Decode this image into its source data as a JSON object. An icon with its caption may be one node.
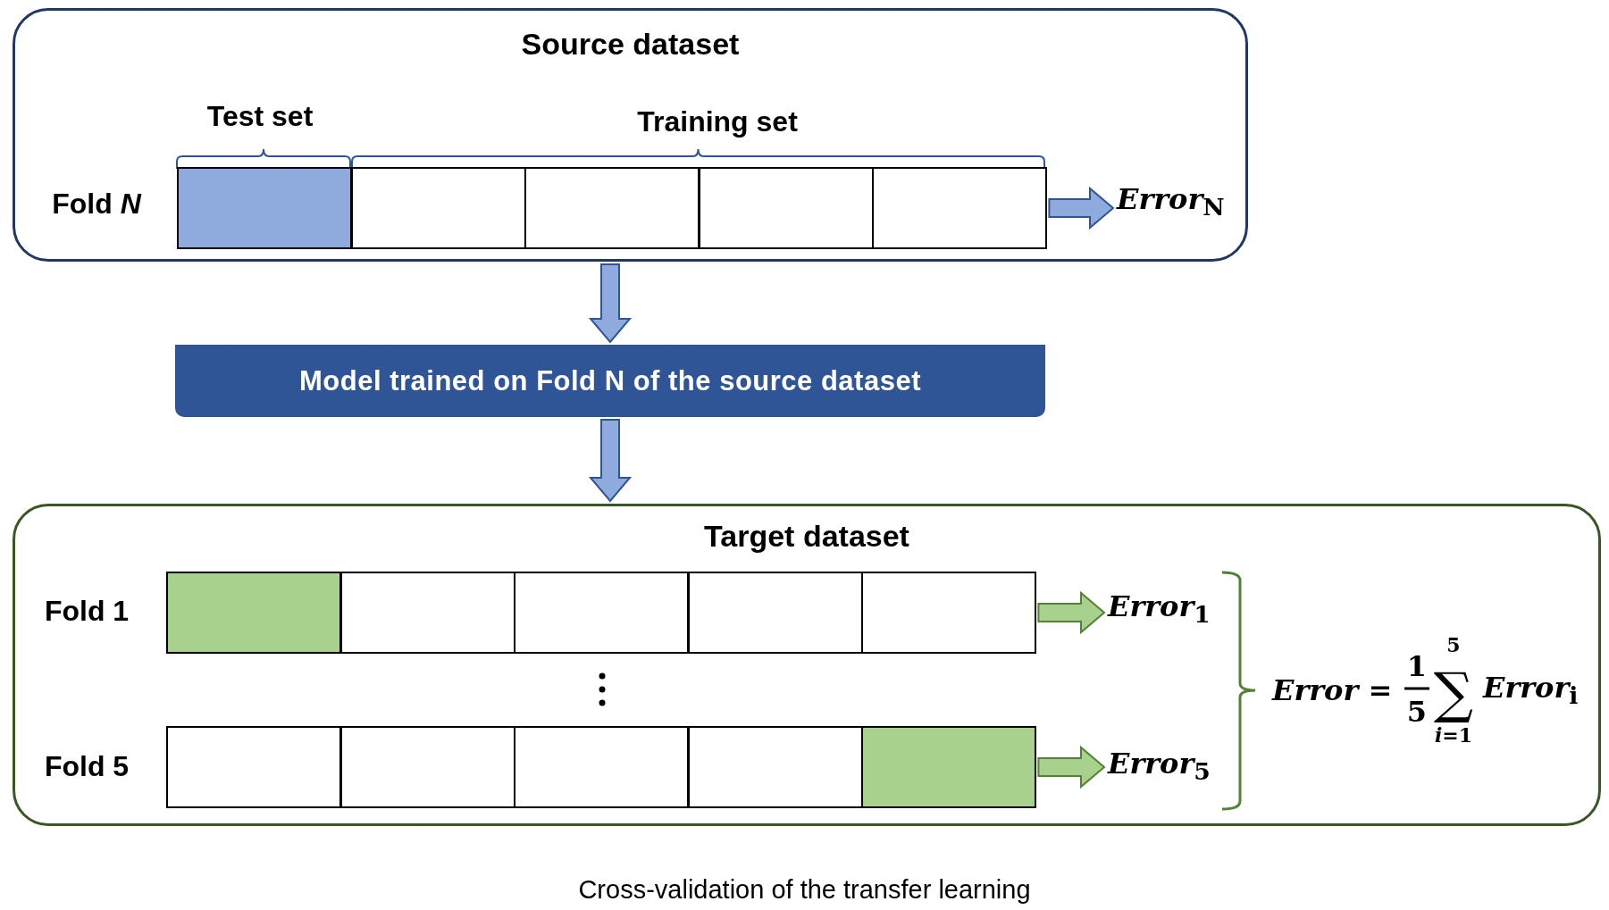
{
  "diagram": {
    "caption": "Cross-validation of the transfer learning",
    "nodes": [
      {
        "text": [
          "Source dataset"
        ]
      },
      {
        "text": [],
        "shape": "box",
        "in": 0
      },
      {
        "text": [],
        "shape": "box",
        "in": 0
      },
      {
        "text": [],
        "shape": "box",
        "in": 0
      },
      {
        "text": [],
        "shape": "box",
        "in": 0
      },
      {
        "text": [],
        "shape": "box",
        "in": 0
      },
      {
        "text": [
          "*Error*$_{N}$"
        ],
        "in": 0
      },
      {
        "text": [
          "Model trained on Fold N of the source dataset"
        ]
      },
      {
        "text": [
          "Target dataset"
        ]
      },
      {
        "text": [],
        "shape": "box",
        "in": 8
      },
      {
        "text": [],
        "shape": "box",
        "in": 8
      },
      {
        "text": [],
        "shape": "box",
        "in": 8
      },
      {
        "text": [],
        "shape": "box",
        "in": 8
      },
      {
        "text": [],
        "shape": "box",
        "in": 8
      },
      {
        "text": [
          "*Error*$_{1}$"
        ],
        "in": 8
      },
      {
        "text": [],
        "shape": "box",
        "in": 8
      },
      {
        "text": [],
        "shape": "box",
        "in": 8
      },
      {
        "text": [],
        "shape": "box",
        "in": 8
      },
      {
        "text": [],
        "shape": "box",
        "in": 8
      },
      {
        "text": [],
        "shape": "box",
        "in": 8
      },
      {
        "text": [
          "*Error*$_{5}$"
        ],
        "in": 8
      }
    ],
    "edges": [
      {
        "from": 5,
        "to": 6,
        "arrow": "to"
      },
      {
        "from": 0,
        "to": 7,
        "arrow": "to"
      },
      {
        "from": 7,
        "to": 8,
        "arrow": "to"
      },
      {
        "from": 13,
        "to": 14,
        "arrow": "to",
        "color": "#a9d18e"
      },
      {
        "from": 19,
        "to": 20,
        "arrow": "to",
        "color": "#a9d18e"
      }
    ],
    "labels": [
      "Test set",
      "Training set",
      "Fold *N*",
      "Fold 1",
      "Fold 5",
      "*Error* =",
      "1",
      "5",
      "∑",
      "5",
      "*i*=1",
      "*Error*$_{i}$"
    ]
  }
}
